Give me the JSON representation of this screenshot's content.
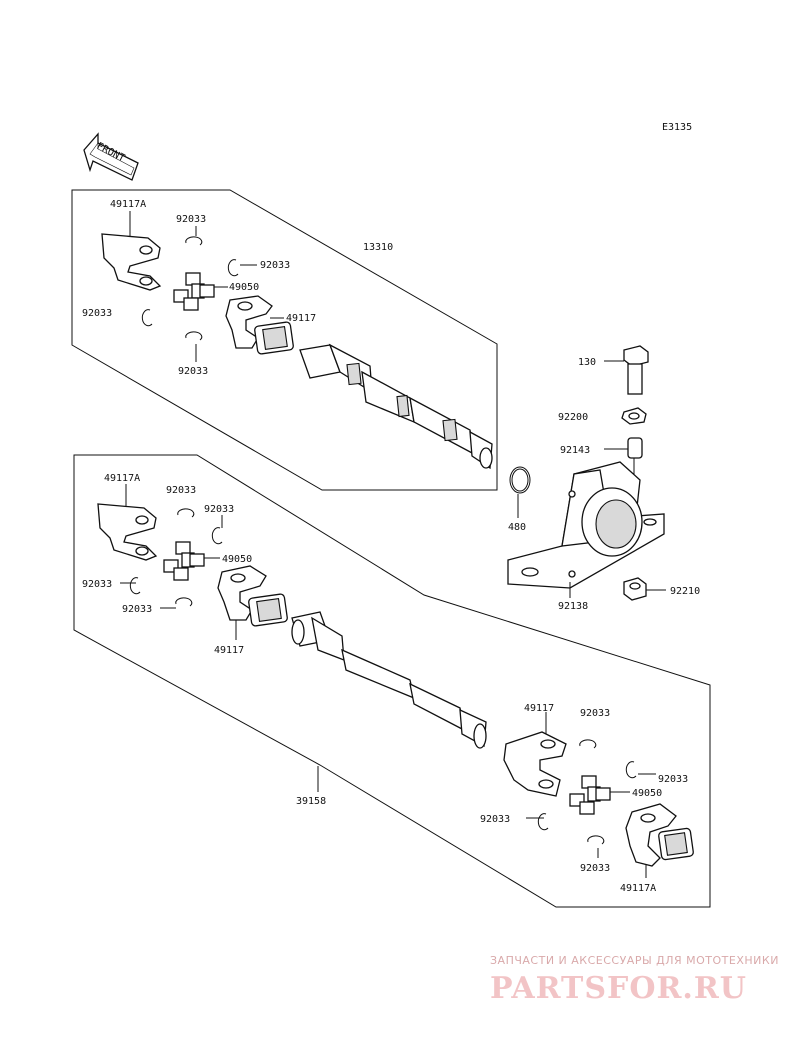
{
  "diagram_id": "E3135",
  "front_label": "FRONT",
  "labels": {
    "upper_assembly": "13310",
    "lower_assembly": "39158",
    "yoke_a_u": "49117A",
    "clip_u1": "92033",
    "clip_u2": "92033",
    "clip_u3": "92033",
    "clip_u4": "92033",
    "cross_u": "49050",
    "yoke_u": "49117",
    "bolt": "130",
    "washer": "92200",
    "collar": "92143",
    "ring": "480",
    "bearing": "92138",
    "nut": "92210",
    "yoke_a_l1": "49117A",
    "clip_l1": "92033",
    "clip_l2": "92033",
    "cross_l1": "49050",
    "clip_l3": "92033",
    "clip_l4": "92033",
    "yoke_l1": "49117",
    "yoke_l2": "49117",
    "clip_l5": "92033",
    "clip_l6": "92033",
    "cross_l2": "49050",
    "clip_l7": "92033",
    "clip_l8": "92033",
    "yoke_a_l2": "49117A"
  },
  "watermark": {
    "tagline": "ЗАПЧАСТИ И АКСЕССУАРЫ ДЛЯ МОТОТЕХНИКИ",
    "logo": "PARTSFOR.RU"
  },
  "colors": {
    "line": "#111111",
    "watermark": "#f2c4c6"
  }
}
